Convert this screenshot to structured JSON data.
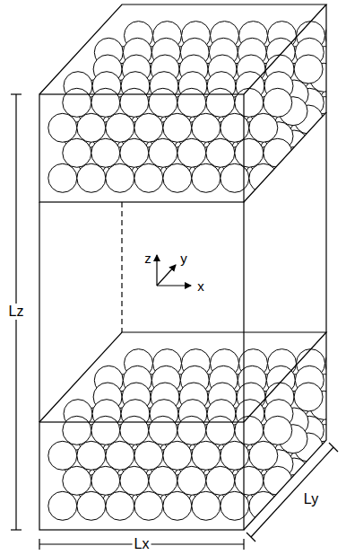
{
  "diagram": {
    "labels": [
      "Lz",
      "Lx",
      "Ly",
      "z",
      "y",
      "x"
    ]
  }
}
